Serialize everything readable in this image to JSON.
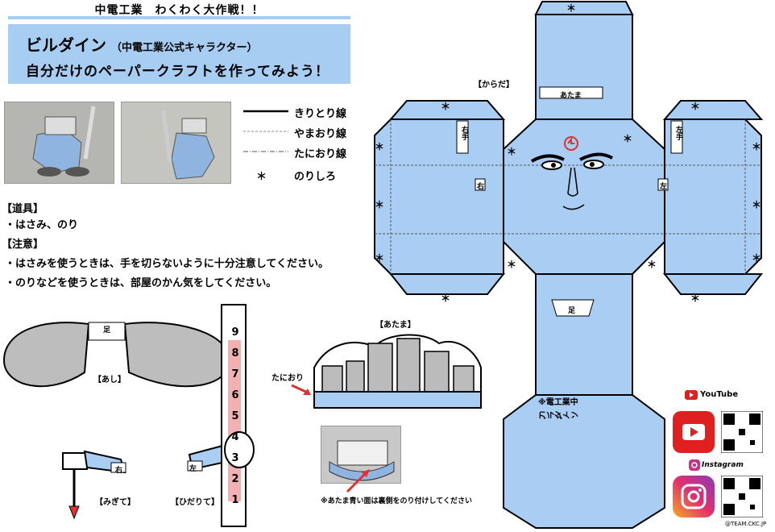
{
  "header": {
    "top_title": "中電工業　わくわく大作戦！！",
    "name": "ビルダイン",
    "name_note": "（中電工業公式キャラクター）",
    "subtitle": "自分だけのペーパークラフトを作ってみよう！"
  },
  "legend": {
    "cut": "きりとり線",
    "mountain": "やまおり線",
    "valley": "たにおり線",
    "glue": "のりしろ",
    "glue_symbol": "＊"
  },
  "tools": {
    "heading": "【道具】",
    "item": "・はさみ、のり"
  },
  "caution": {
    "heading": "【注意】",
    "line1": "・はさみを使うときは、手を切らないように十分注意してください。",
    "line2": "・のりなどを使うときは、部屋のかん気をしてください。"
  },
  "body_part": {
    "label": "【からだ】",
    "head_tab": "あたま",
    "left_tab": "右",
    "right_tab": "左",
    "left_arm_tab": "右手",
    "right_arm_tab": "左手",
    "foot_tab": "足",
    "back_text1": "※電工業中",
    "back_text2": "ビルダイン"
  },
  "head_part": {
    "label": "【あたま】",
    "fold_label": "たにおり"
  },
  "legs_part": {
    "label": "【あし】",
    "tab": "足"
  },
  "right_hand": {
    "label": "【みぎて】",
    "tab": "右"
  },
  "left_hand": {
    "label": "【ひだりて】",
    "tab": "左"
  },
  "ruler_marks": [
    "9",
    "8",
    "7",
    "6",
    "5",
    "4",
    "3",
    "2",
    "1"
  ],
  "photo_note": "※あたま青い面は裏側をのり付けしてください",
  "social": {
    "youtube": "YouTube",
    "instagram": "Instagram",
    "team": "@TEAM.CKC.JP"
  },
  "colors": {
    "banner": "#a8cdf2",
    "body_blue": "#a9cdf3",
    "red": "#e03030"
  }
}
